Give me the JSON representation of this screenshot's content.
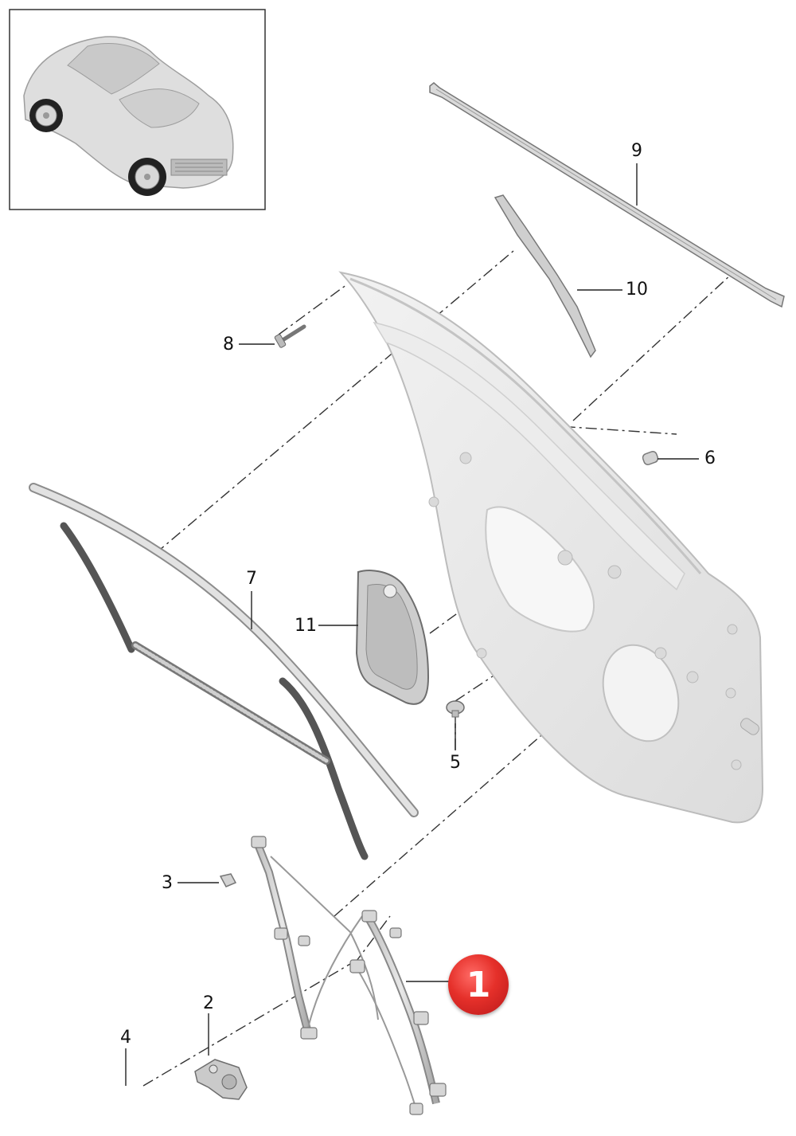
{
  "callouts": {
    "c1": "1",
    "c2": "2",
    "c3": "3",
    "c4": "4",
    "c5": "5",
    "c6": "6",
    "c7": "7",
    "c8": "8",
    "c9": "9",
    "c10": "10",
    "c11": "11"
  },
  "highlight": {
    "label": "1",
    "color": "#e5302a"
  },
  "colors": {
    "part_fill": "#e6e6e6",
    "part_stroke": "#9a9a9a",
    "leader": "#222222"
  }
}
